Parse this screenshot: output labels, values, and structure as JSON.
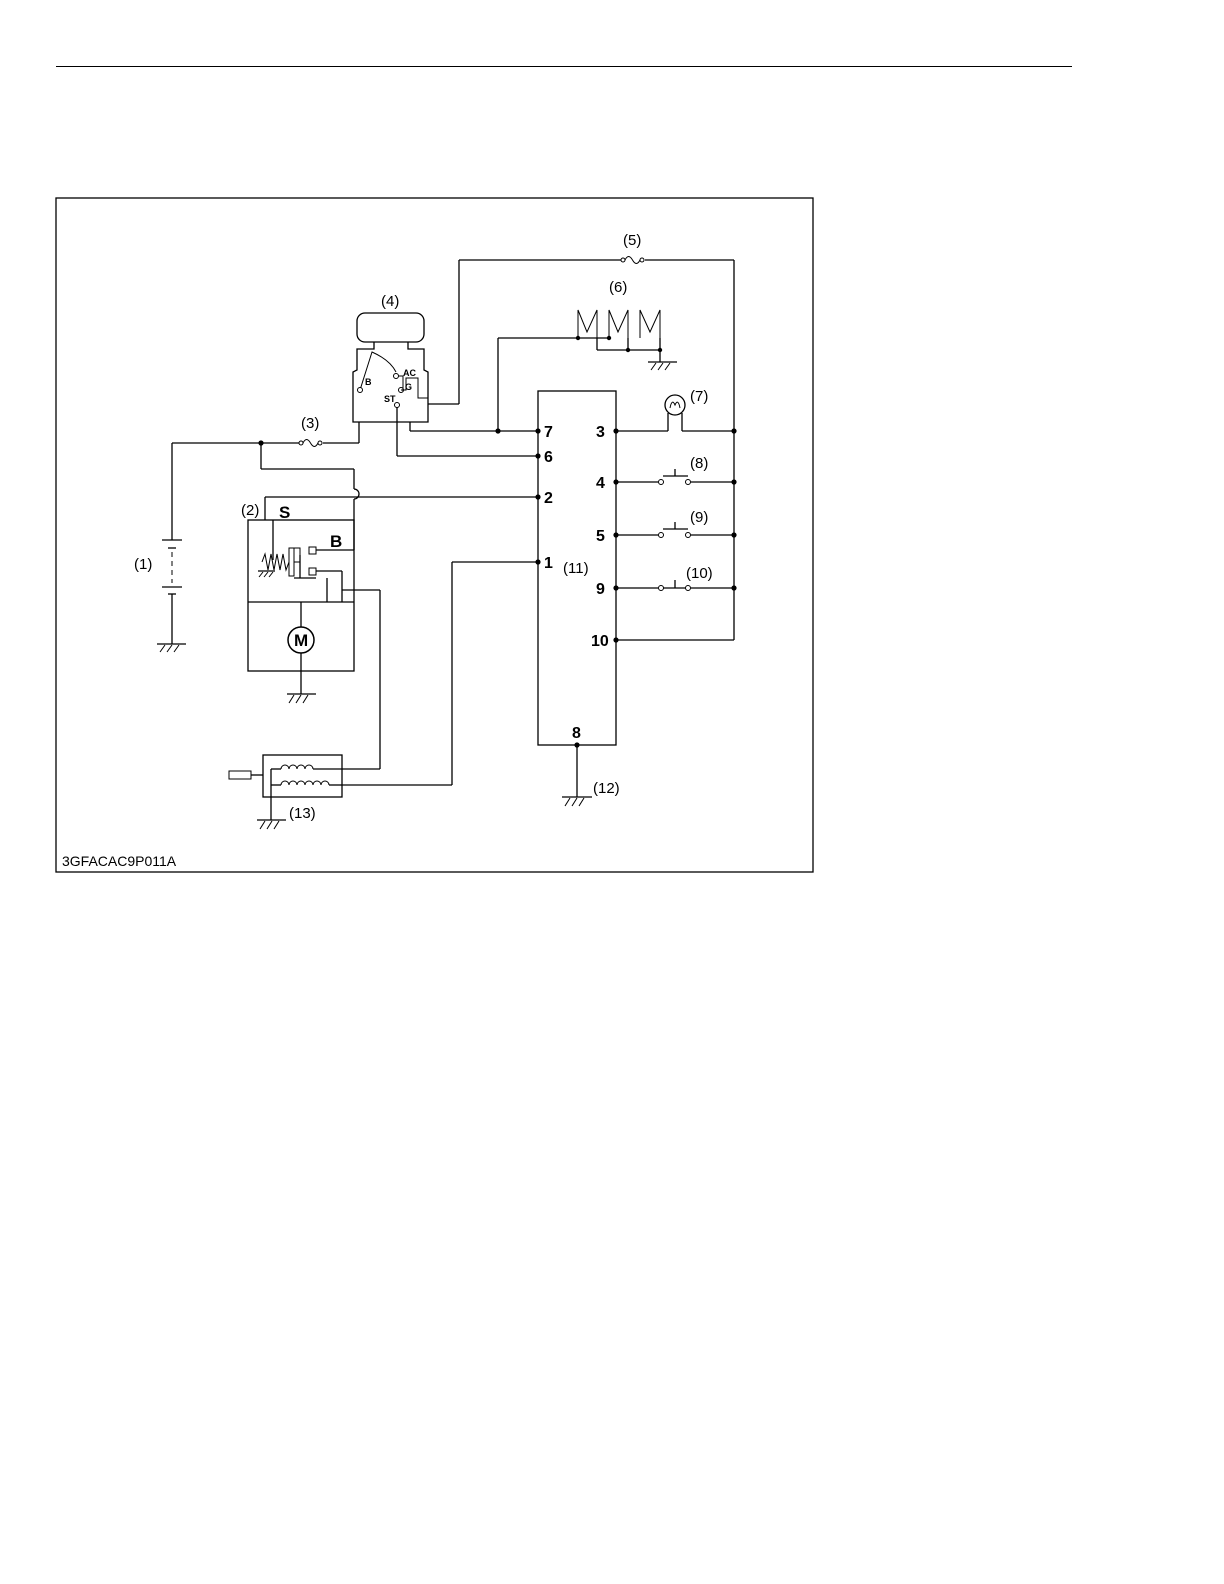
{
  "figure_code": "3GFACAC9P011A",
  "callouts": {
    "c1": "(1)",
    "c2": "(2)",
    "c3": "(3)",
    "c4": "(4)",
    "c5": "(5)",
    "c6": "(6)",
    "c7": "(7)",
    "c8": "(8)",
    "c9": "(9)",
    "c10": "(10)",
    "c11": "(11)",
    "c12": "(12)",
    "c13": "(13)"
  },
  "pins": {
    "p7": "7",
    "p6": "6",
    "p2": "2",
    "p1": "1",
    "p3": "3",
    "p4": "4",
    "p5": "5",
    "p9": "9",
    "p10": "10",
    "p8": "8"
  },
  "key_switch_terminals": {
    "b": "B",
    "ac": "AC",
    "g": "G",
    "st": "ST"
  },
  "starter_terminals": {
    "s": "S",
    "b": "B"
  },
  "motor_symbol": "M"
}
